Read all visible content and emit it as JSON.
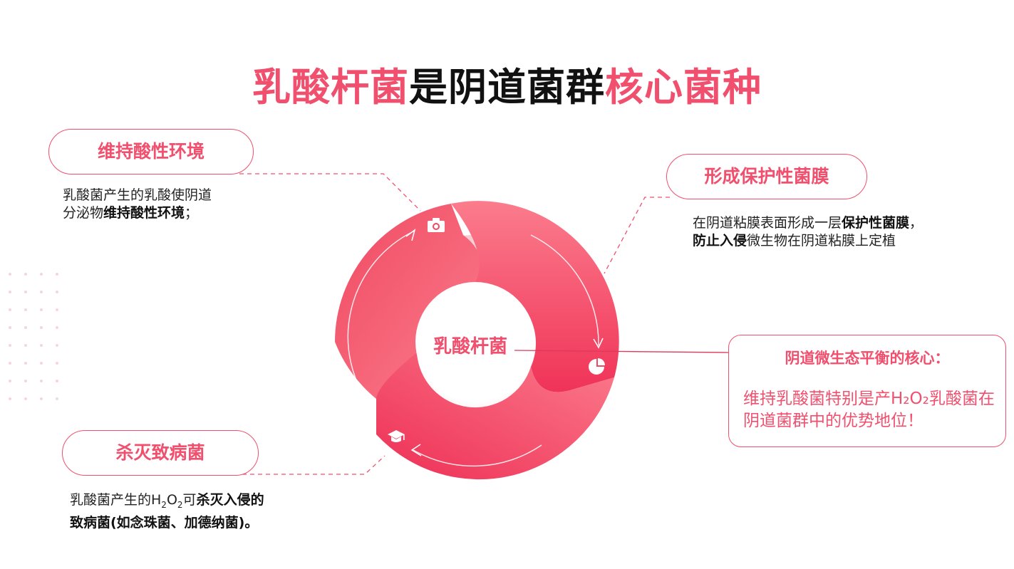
{
  "title": {
    "part1": "乳酸杆菌",
    "part2": "是阴道菌群",
    "part3": "核心菌种"
  },
  "center": {
    "label": "乳酸杆菌"
  },
  "cards": {
    "acid": {
      "label": "维持酸性环境",
      "desc_line1": "乳酸菌产生的乳酸使阴道",
      "desc_line2_prefix": "分泌物",
      "desc_line2_bold": "维持酸性环境",
      "desc_line2_suffix": "；"
    },
    "film": {
      "label": "形成保护性菌膜",
      "desc_line1_prefix": "在阴道粘膜表面形成一层",
      "desc_line1_bold": "保护性菌膜",
      "desc_line1_suffix": "，",
      "desc_line2_bold": "防止入侵",
      "desc_line2_suffix": "微生物在阴道粘膜上定植"
    },
    "kill": {
      "label": "杀灭致病菌",
      "desc_line1_prefix": "乳酸菌产生的H",
      "sub1": "2",
      "o": "O",
      "sub2": "2",
      "desc_line1_mid": "可",
      "desc_line1_bold": "杀灭入侵的",
      "desc_line2_bold": "致病菌(如念珠菌、加德纳菌)。"
    },
    "core": {
      "title": "阴道微生态平衡的核心：",
      "text": "维持乳酸菌特别是产H₂O₂乳酸菌在阴道菌群中的优势地位！"
    }
  },
  "icons": [
    "camera-icon",
    "pie-chart-icon",
    "graduation-cap-icon"
  ],
  "colors": {
    "accent": "#f0506e",
    "dark": "#111111"
  }
}
